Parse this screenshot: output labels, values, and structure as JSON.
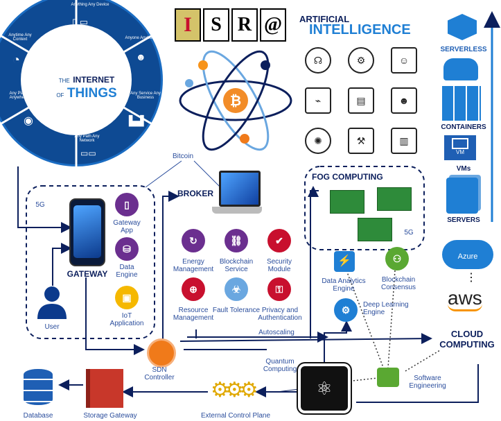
{
  "iot": {
    "title_the": "THE",
    "title_internet": "INTERNET",
    "title_of": "OF",
    "title_things": "THINGS",
    "segments": [
      "Anything Any Device",
      "Anyone Anybody",
      "Any Service Any Business",
      "Any Path Any Network",
      "Any Place Anywhere",
      "Anytime Any Context"
    ]
  },
  "logo_letters": [
    "I",
    "S",
    "R",
    "@"
  ],
  "ai": {
    "line1": "ARTIFICIAL",
    "line2": "INTELLIGENCE"
  },
  "cloud_stack": {
    "serverless": "SERVERLESS",
    "containers": "CONTAINERS",
    "vm_box": "VM",
    "vms": "VMs",
    "servers": "SERVERS"
  },
  "labels": {
    "bitcoin": "Bitcoin",
    "broker": "BROKER",
    "fog": "FOG COMPUTING",
    "five_g_left": "5G",
    "five_g_right": "5G",
    "gateway": "GATEWAY",
    "gateway_app": "Gateway App",
    "data_engine": "Data Engine",
    "iot_app": "IoT Application",
    "user": "User",
    "energy": "Energy Management",
    "blockchain_service": "Blockchain Service",
    "security": "Security Module",
    "resource": "Resource Management",
    "fault": "Fault Tolerance",
    "privacy": "Privacy and Authentication",
    "autoscaling": "Autoscaling",
    "data_analytics": "Data Analytics Engine",
    "blockchain_consensus": "Blockchain Consensus",
    "deep_learning": "Deep Learning Engine",
    "azure": "Azure",
    "dots": "⋮",
    "aws": "aws",
    "cloud_computing": "CLOUD COMPUTING",
    "quantum": "Quantum Computing",
    "sdn": "SDN Controller",
    "software_eng": "Software Engineering",
    "database": "Database",
    "storage_gateway": "Storage Gateway",
    "ext_control": "External Control Plane"
  },
  "colors": {
    "navy": "#0c1f5c",
    "blue": "#1f7fd4",
    "purple": "#6b2f8f",
    "red": "#c8102e",
    "orange": "#f07a1a",
    "green": "#5aa832"
  }
}
